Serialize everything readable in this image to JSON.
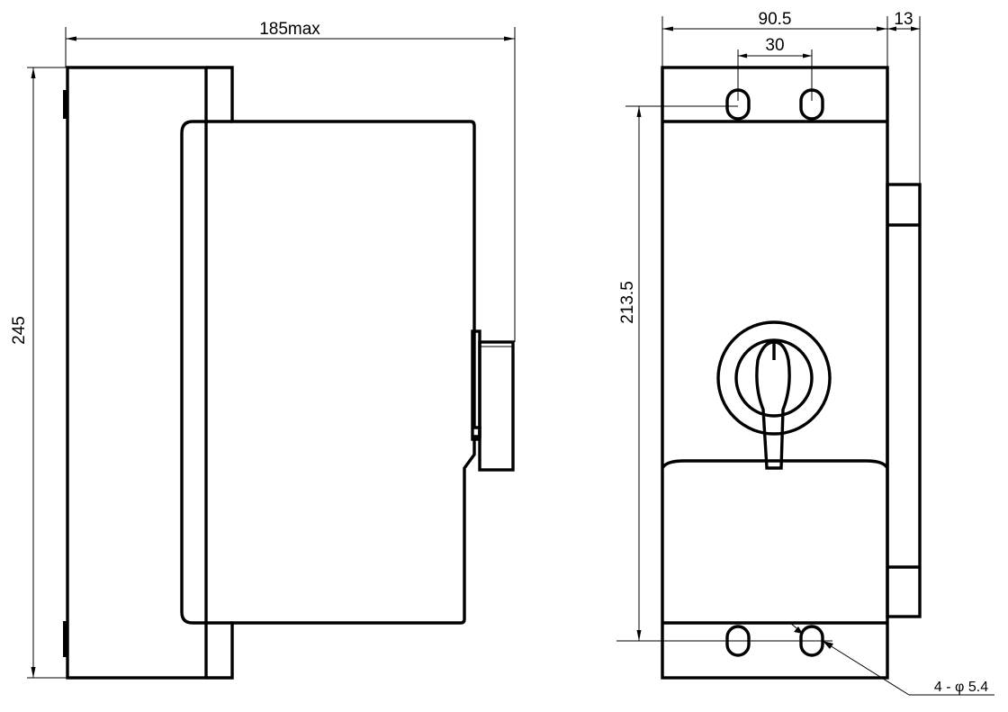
{
  "side_view": {
    "dim_width": "185max",
    "dim_height": "245"
  },
  "front_view": {
    "dim_width": "90.5",
    "dim_depth_offset": "13",
    "dim_hole_spacing_x": "30",
    "dim_hole_spacing_y": "213.5",
    "hole_note": "4 - φ 5.4"
  }
}
